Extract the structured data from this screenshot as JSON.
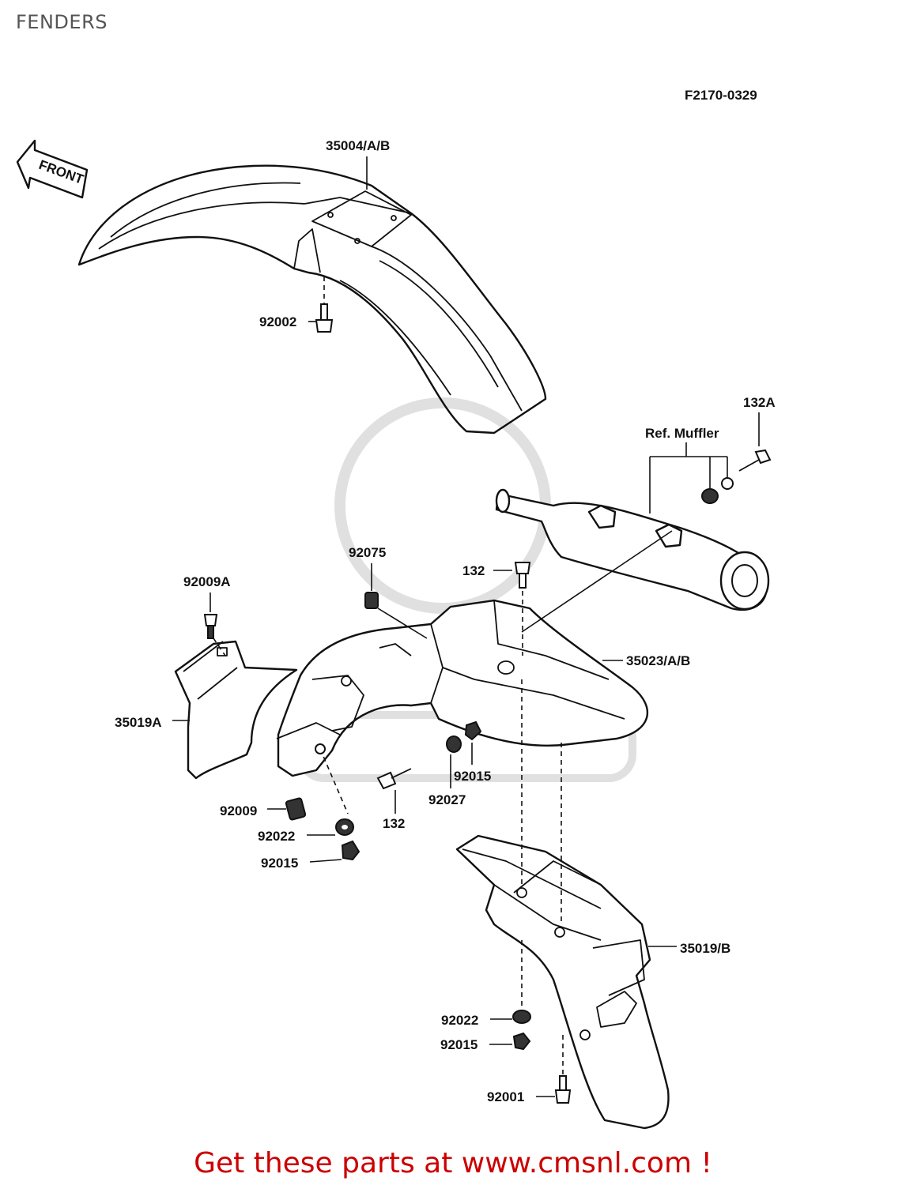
{
  "page": {
    "title": "FENDERS"
  },
  "diagram": {
    "ref_code": "F2170-0329",
    "front_arrow": "FRONT",
    "callouts": {
      "p35004": "35004/A/B",
      "p92002": "92002",
      "p132A": "132A",
      "ref_muffler": "Ref. Muffler",
      "p92075": "92075",
      "p132_top": "132",
      "p92009A": "92009A",
      "p35023": "35023/A/B",
      "p35019A": "35019A",
      "p92015_mid": "92015",
      "p92027": "92027",
      "p132_bottom": "132",
      "p92009": "92009",
      "p92022_left": "92022",
      "p92015_left": "92015",
      "p35019B": "35019/B",
      "p92022_right": "92022",
      "p92015_right": "92015",
      "p92001": "92001"
    }
  },
  "footer": {
    "text": "Get these parts at www.cmsnl.com !",
    "color": "#cc0000"
  }
}
